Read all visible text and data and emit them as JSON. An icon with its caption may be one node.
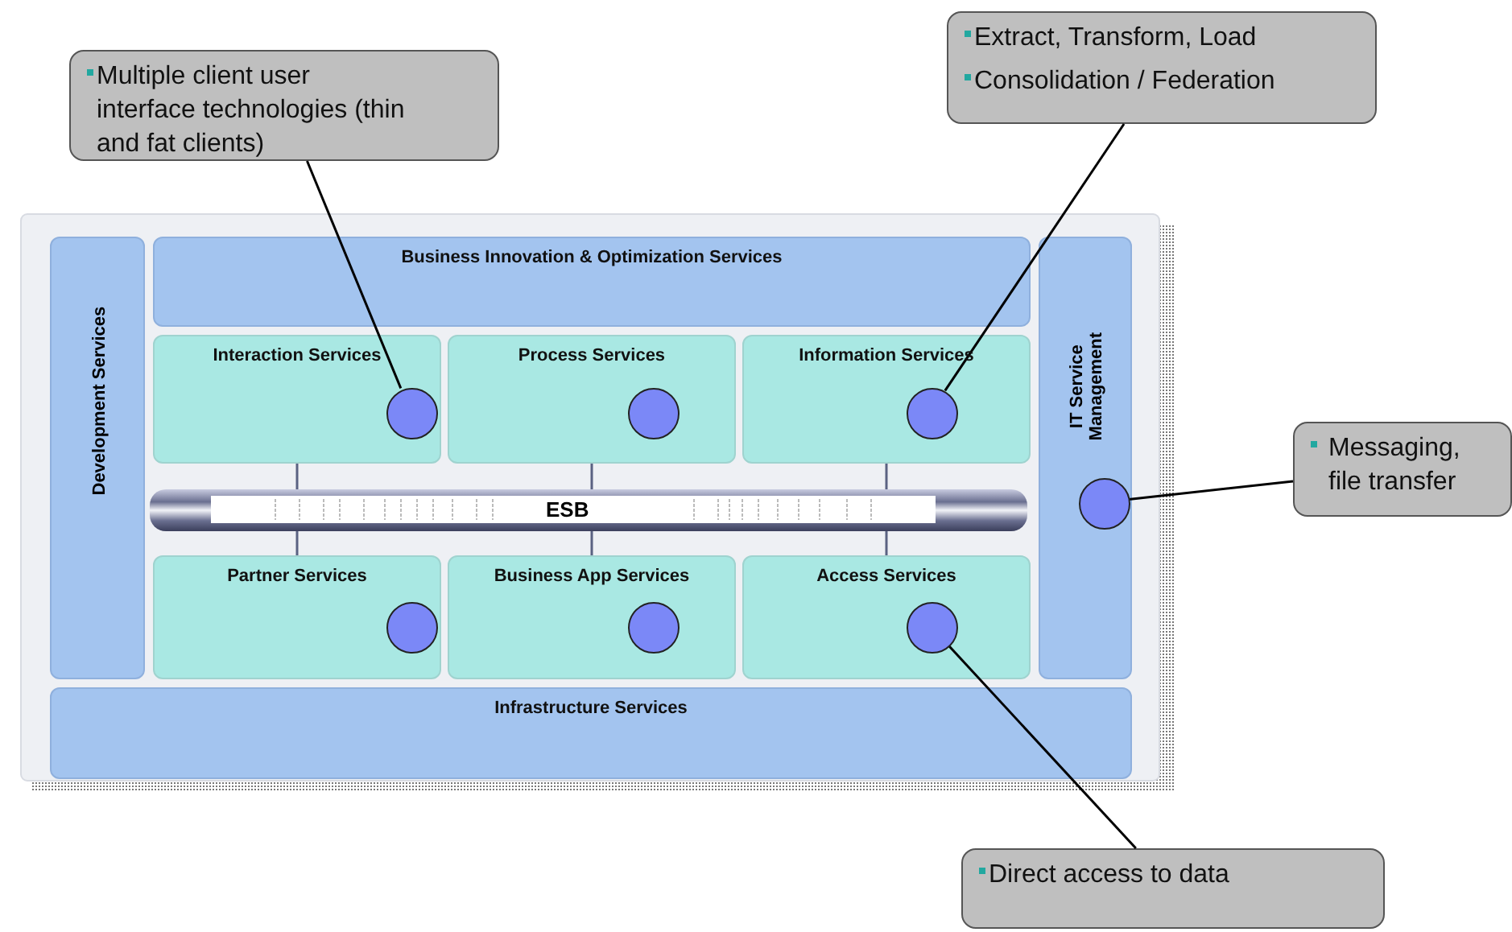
{
  "diagram": {
    "nodes": [
      {
        "text": [
          "Multiple client user interface technologies (thin and fat clients)"
        ]
      },
      {
        "text": [
          "Extract, Transform, Load",
          "Consolidation / Federation"
        ]
      },
      {
        "text": [
          "Messaging, file transfer"
        ]
      },
      {
        "text": [
          "Direct access to data"
        ]
      },
      {
        "text": [
          "Development Services"
        ]
      },
      {
        "text": [
          "Business Innovation & Optimization Services"
        ]
      },
      {
        "text": [
          "IT Service Management"
        ]
      },
      {
        "text": [
          "Interaction Services"
        ]
      },
      {
        "text": [
          "Process Services"
        ]
      },
      {
        "text": [
          "Information Services"
        ]
      },
      {
        "text": [
          "ESB"
        ]
      },
      {
        "text": [
          "Partner Services"
        ]
      },
      {
        "text": [
          "Business App Services"
        ]
      },
      {
        "text": [
          "Access Services"
        ]
      },
      {
        "text": [
          "Infrastructure Services"
        ]
      },
      {
        "text": [],
        "shape": "circle",
        "in": 7
      },
      {
        "text": [],
        "shape": "circle",
        "in": 8
      },
      {
        "text": [],
        "shape": "circle",
        "in": 9
      },
      {
        "text": [],
        "shape": "circle",
        "in": 6
      },
      {
        "text": [],
        "shape": "circle",
        "in": 11
      },
      {
        "text": [],
        "shape": "circle",
        "in": 12
      },
      {
        "text": [],
        "shape": "circle",
        "in": 13
      }
    ],
    "edges": [
      {
        "from": 0,
        "to": 15,
        "arrow": "none",
        "color": "#000000"
      },
      {
        "from": 1,
        "to": 17,
        "arrow": "none",
        "color": "#000000"
      },
      {
        "from": 2,
        "to": 18,
        "arrow": "none",
        "color": "#000000"
      },
      {
        "from": 3,
        "to": 21,
        "arrow": "none",
        "color": "#000000"
      },
      {
        "from": 7,
        "to": 10,
        "arrow": "none",
        "color": "#5a6282"
      },
      {
        "from": 8,
        "to": 10,
        "arrow": "none",
        "color": "#5a6282"
      },
      {
        "from": 9,
        "to": 10,
        "arrow": "none",
        "color": "#5a6282"
      },
      {
        "from": 10,
        "to": 11,
        "arrow": "none",
        "color": "#5a6282"
      },
      {
        "from": 10,
        "to": 12,
        "arrow": "none",
        "color": "#5a6282"
      },
      {
        "from": 10,
        "to": 13,
        "arrow": "none",
        "color": "#5a6282"
      }
    ]
  }
}
